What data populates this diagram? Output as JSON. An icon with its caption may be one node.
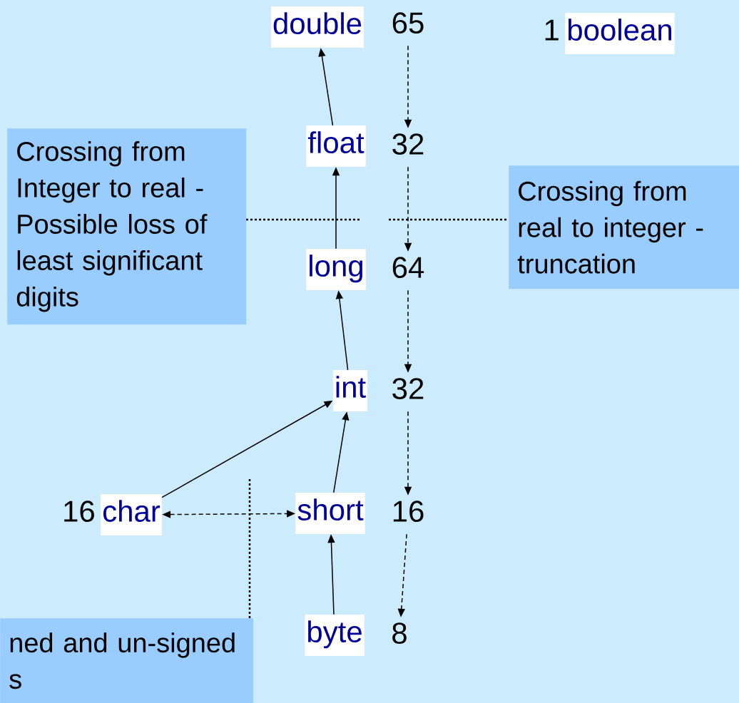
{
  "diagram": {
    "nodes": [
      {
        "text": [
          "double"
        ]
      },
      {
        "text": [
          "65"
        ]
      },
      {
        "text": [
          "boolean"
        ],
        "beside": [
          "1"
        ]
      },
      {
        "text": [
          "Crossing from Integer to real - Possible loss of least significant digits"
        ]
      },
      {
        "text": [
          "float"
        ]
      },
      {
        "text": [
          "32"
        ]
      },
      {
        "text": [
          "Crossing from real to integer - truncation"
        ]
      },
      {
        "text": [
          "long"
        ]
      },
      {
        "text": [
          "64"
        ]
      },
      {
        "text": [
          "int"
        ]
      },
      {
        "text": [
          "32"
        ]
      },
      {
        "text": [
          "char"
        ],
        "beside": [
          "16"
        ]
      },
      {
        "text": [
          "short"
        ]
      },
      {
        "text": [
          "16"
        ]
      },
      {
        "text": [
          "ned and un-signed s"
        ]
      },
      {
        "text": [
          "byte"
        ]
      },
      {
        "text": [
          "8"
        ]
      }
    ],
    "edges": [
      {
        "from": 4,
        "to": 0,
        "arrow": "to"
      },
      {
        "from": 7,
        "to": 4,
        "arrow": "to"
      },
      {
        "from": 9,
        "to": 7,
        "arrow": "to"
      },
      {
        "from": 12,
        "to": 9,
        "arrow": "to"
      },
      {
        "from": 15,
        "to": 12,
        "arrow": "to"
      },
      {
        "from": 11,
        "to": 9,
        "arrow": "to"
      },
      {
        "from": 11,
        "to": 12,
        "arrow": "both",
        "style": "dashed"
      },
      {
        "from": 1,
        "to": 5,
        "arrow": "to",
        "style": "dashed"
      },
      {
        "from": 5,
        "to": 8,
        "arrow": "to",
        "style": "dashed"
      },
      {
        "from": 8,
        "to": 10,
        "arrow": "to",
        "style": "dashed"
      },
      {
        "from": 10,
        "to": 13,
        "arrow": "to",
        "style": "dashed"
      },
      {
        "from": 13,
        "to": 16,
        "arrow": "to",
        "style": "dashed"
      }
    ]
  }
}
